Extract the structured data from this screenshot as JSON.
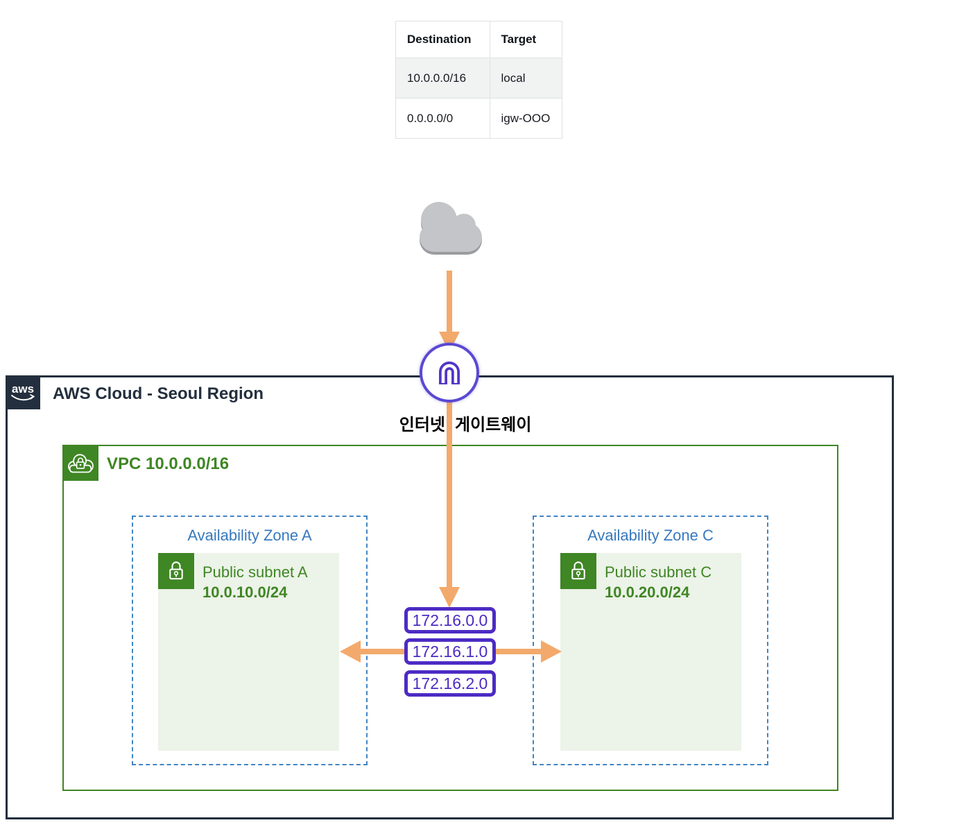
{
  "route_table": {
    "headers": [
      "Destination",
      "Target"
    ],
    "rows": [
      [
        "10.0.0.0/16",
        "local"
      ],
      [
        "0.0.0.0/0",
        "igw-OOO"
      ]
    ]
  },
  "internet_gateway": {
    "label_left": "인터넷",
    "label_right": "게이트웨이",
    "label_full": "인터넷 게이트웨이"
  },
  "aws_cloud": {
    "logo_text": "aws",
    "title": "AWS Cloud - Seoul Region"
  },
  "vpc": {
    "title": "VPC 10.0.0.0/16"
  },
  "zones": [
    {
      "title": "Availability Zone A",
      "subnet_name": "Public subnet A",
      "subnet_cidr": "10.0.10.0/24"
    },
    {
      "title": "Availability Zone C",
      "subnet_name": "Public subnet C",
      "subnet_cidr": "10.0.20.0/24"
    }
  ],
  "route_ips": [
    "172.16.0.0",
    "172.16.1.0",
    "172.16.2.0"
  ],
  "colors": {
    "aws_navy": "#232F3E",
    "vpc_green": "#3F8624",
    "subnet_fill": "#ECF3E8",
    "az_blue": "#3779BE",
    "ip_purple": "#4C2BC4",
    "gateway_purple": "#5B49D2",
    "arrow_orange": "#F3A96B",
    "cloud_gray": "#C3C5C8"
  }
}
